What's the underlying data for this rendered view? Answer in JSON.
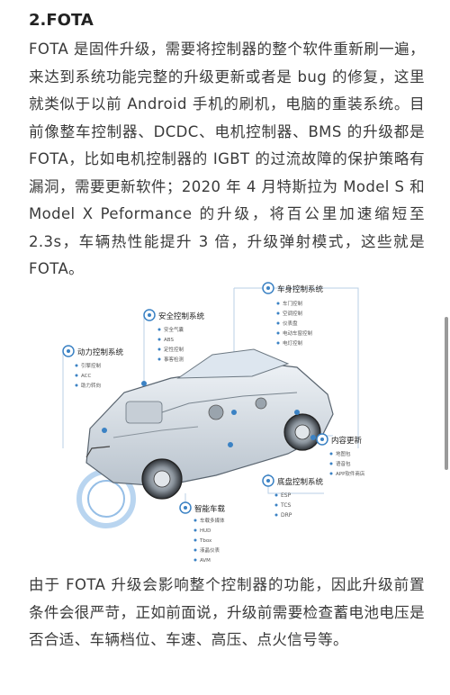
{
  "section": {
    "title": "2.FOTA"
  },
  "paragraphs": {
    "intro": "FOTA 是固件升级，需要将控制器的整个软件重新刷一遍，来达到系统功能完整的升级更新或者是 bug 的修复，这里就类似于以前 Android 手机的刷机，电脑的重装系统。目前像整车控制器、DCDC、电机控制器、BMS 的升级都是 FOTA，比如电机控制器的 IGBT 的过流故障的保护策略有漏洞，需要更新软件；2020 年 4 月特斯拉为 Model S 和 Model X Peformance 的升级，将百公里加速缩短至 2.3s，车辆热性能提升 3 倍，升级弹射模式，这些就是 FOTA。",
    "conditions": "由于 FOTA 升级会影响整个控制器的功能，因此升级前置条件会很严苛，正如前面说，升级前需要检查蓄电池电压是否合适、车辆档位、车速、高压、点火信号等。"
  },
  "figure": {
    "groups": {
      "body": {
        "title": "车身控制系统",
        "items": [
          "车门控制",
          "空调控制",
          "仪表盘",
          "电动车窗控制",
          "电灯控制"
        ]
      },
      "safety": {
        "title": "安全控制系统",
        "items": [
          "安全气囊",
          "ABS",
          "定性控制",
          "事客检测"
        ]
      },
      "power": {
        "title": "动力控制系统",
        "items": [
          "引擎控制",
          "ACC",
          "助力转向"
        ]
      },
      "content": {
        "title": "内容更新",
        "items": [
          "地图包",
          "语音包",
          "APP软件商店"
        ]
      },
      "chassis": {
        "title": "底盘控制系统",
        "items": [
          "ESP",
          "TCS",
          "DRP"
        ]
      },
      "smart": {
        "title": "智能车载",
        "items": [
          "车载多媒体",
          "HUD",
          "Tbox",
          "液晶仪表",
          "AVM"
        ]
      }
    },
    "accent_color": "#3b82c4"
  }
}
